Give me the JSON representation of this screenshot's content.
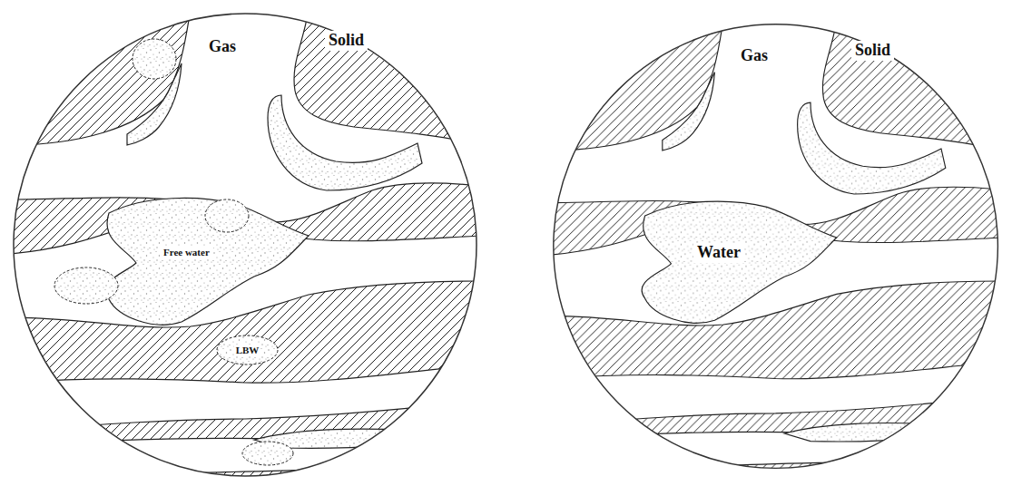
{
  "diagram": {
    "nodes": [
      {
        "text": [
          "LBW"
        ]
      }
    ],
    "labels": [
      "Gas",
      "Solid",
      "Free water",
      "Gas",
      "Solid",
      "Water"
    ]
  }
}
